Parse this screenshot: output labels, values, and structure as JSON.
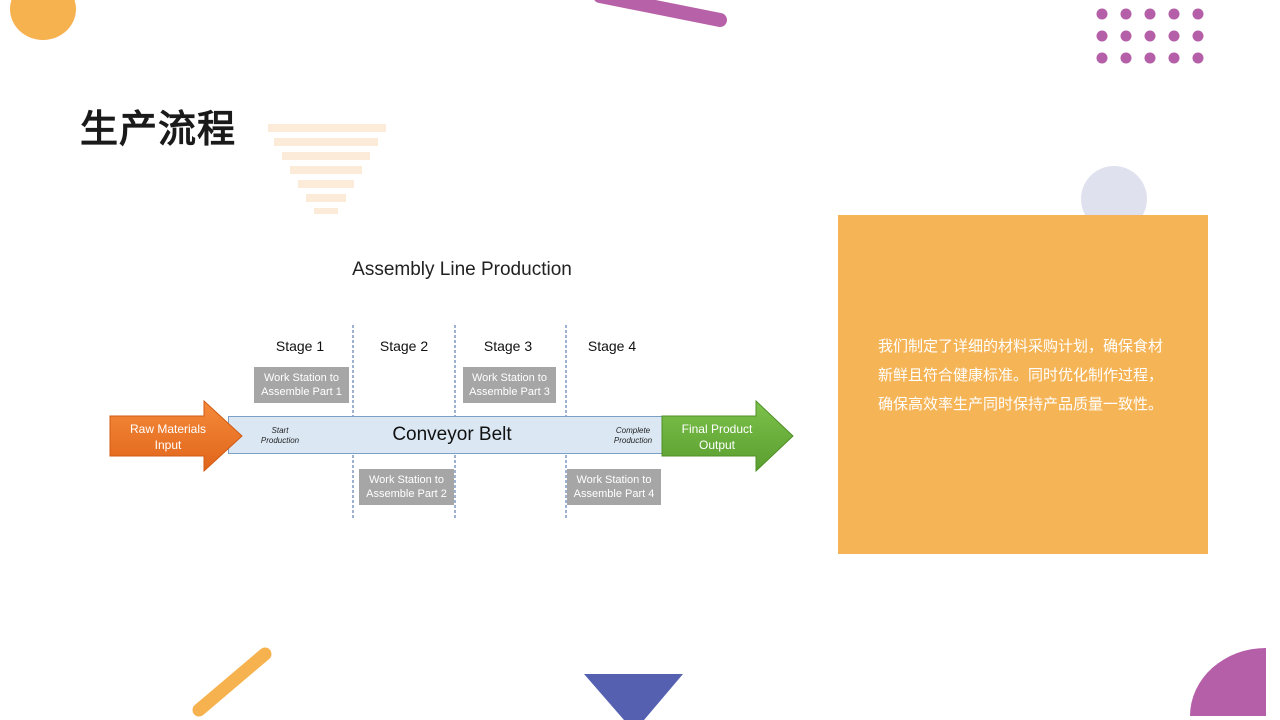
{
  "slide": {
    "title": "生产流程",
    "description": "我们制定了详细的材料采购计划，确保食材新鲜且符合健康标准。同时优化制作过程，确保高效率生产同时保持产品质量一致性。"
  },
  "diagram": {
    "title": "Assembly Line Production",
    "stages": [
      "Stage 1",
      "Stage 2",
      "Stage 3",
      "Stage 4"
    ],
    "work_stations": [
      {
        "line1": "Work Station to",
        "line2": "Assemble Part 1"
      },
      {
        "line1": "Work Station to",
        "line2": "Assemble Part 2"
      },
      {
        "line1": "Work Station to",
        "line2": "Assemble Part 3"
      },
      {
        "line1": "Work Station to",
        "line2": "Assemble Part 4"
      }
    ],
    "belt_label": "Conveyor Belt",
    "start_label": {
      "line1": "Start",
      "line2": "Production"
    },
    "complete_label": {
      "line1": "Complete",
      "line2": "Production"
    },
    "input_arrow": {
      "line1": "Raw Materials",
      "line2": "Input"
    },
    "output_arrow": {
      "line1": "Final Product",
      "line2": "Output"
    }
  },
  "colors": {
    "panel": "#f5b456",
    "input_arrow": "#ef7a2a",
    "output_arrow": "#6db33f",
    "belt": "#dbe8f4",
    "work_station": "#a6a6a6"
  },
  "decorations": [
    "orange-circle",
    "purple-stroke",
    "purple-dot-grid",
    "striped-triangle",
    "gray-circle",
    "orange-stroke",
    "blue-triangle",
    "purple-quarter-circle"
  ]
}
